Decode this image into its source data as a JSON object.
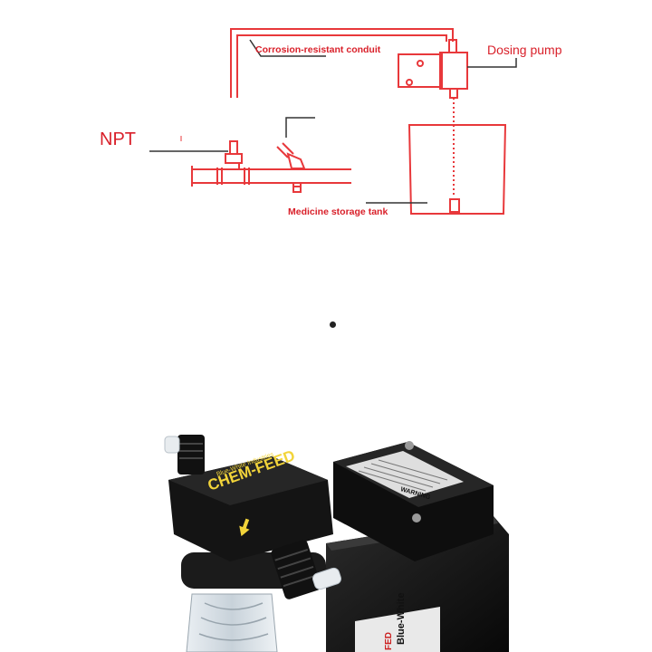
{
  "diagram": {
    "labels": {
      "conduit": "Corrosion-resistant conduit",
      "dosing_pump": "Dosing pump",
      "npt": "NPT",
      "tank": "Medicine storage tank"
    },
    "colors": {
      "line": "#e8383b",
      "label": "#d9202a",
      "leader": "#333333"
    }
  },
  "product": {
    "head_brand": "CHEM-FEED",
    "head_sub": "Blue-White Industries",
    "box_heading": "WARNING",
    "side_label_brand": "Blue-White",
    "side_label_fed": "FED",
    "colors": {
      "body": "#121212",
      "label": "#f2d43a"
    }
  }
}
